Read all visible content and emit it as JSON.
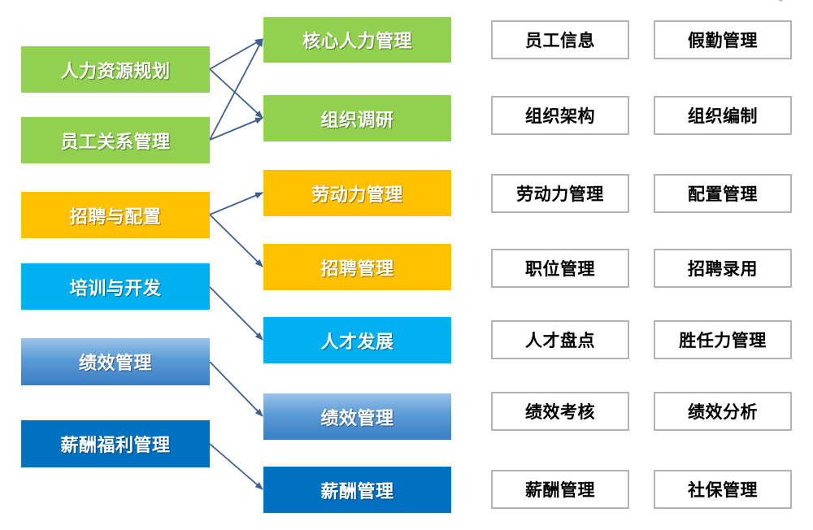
{
  "colors": {
    "green": "#92d050",
    "orange": "#ffc000",
    "cyan": "#00b0f0",
    "blue_gradient": "#5b9bd5",
    "dark_blue": "#0070c0",
    "arrow": "#3f5f8f",
    "outline": "#b4b4b4"
  },
  "left": [
    {
      "label": "人力资源规划"
    },
    {
      "label": "员工关系管理"
    },
    {
      "label": "招聘与配置"
    },
    {
      "label": "培训与开发"
    },
    {
      "label": "绩效管理"
    },
    {
      "label": "薪酬福利管理"
    }
  ],
  "middle": [
    {
      "label": "核心人力管理"
    },
    {
      "label": "组织调研"
    },
    {
      "label": "劳动力管理"
    },
    {
      "label": "招聘管理"
    },
    {
      "label": "人才发展"
    },
    {
      "label": "绩效管理"
    },
    {
      "label": "薪酬管理"
    }
  ],
  "right": [
    {
      "a": "员工信息",
      "b": "假勤管理"
    },
    {
      "a": "组织架构",
      "b": "组织编制"
    },
    {
      "a": "劳动力管理",
      "b": "配置管理"
    },
    {
      "a": "职位管理",
      "b": "招聘录用"
    },
    {
      "a": "人才盘点",
      "b": "胜任力管理"
    },
    {
      "a": "绩效考核",
      "b": "绩效分析"
    },
    {
      "a": "薪酬管理",
      "b": "社保管理"
    }
  ],
  "connections": [
    {
      "from": "人力资源规划",
      "to": "核心人力管理"
    },
    {
      "from": "人力资源规划",
      "to": "组织调研"
    },
    {
      "from": "员工关系管理",
      "to": "核心人力管理"
    },
    {
      "from": "员工关系管理",
      "to": "组织调研"
    },
    {
      "from": "招聘与配置",
      "to": "劳动力管理"
    },
    {
      "from": "招聘与配置",
      "to": "招聘管理"
    },
    {
      "from": "培训与开发",
      "to": "人才发展"
    },
    {
      "from": "绩效管理",
      "to": "绩效管理"
    },
    {
      "from": "薪酬福利管理",
      "to": "薪酬管理"
    }
  ]
}
